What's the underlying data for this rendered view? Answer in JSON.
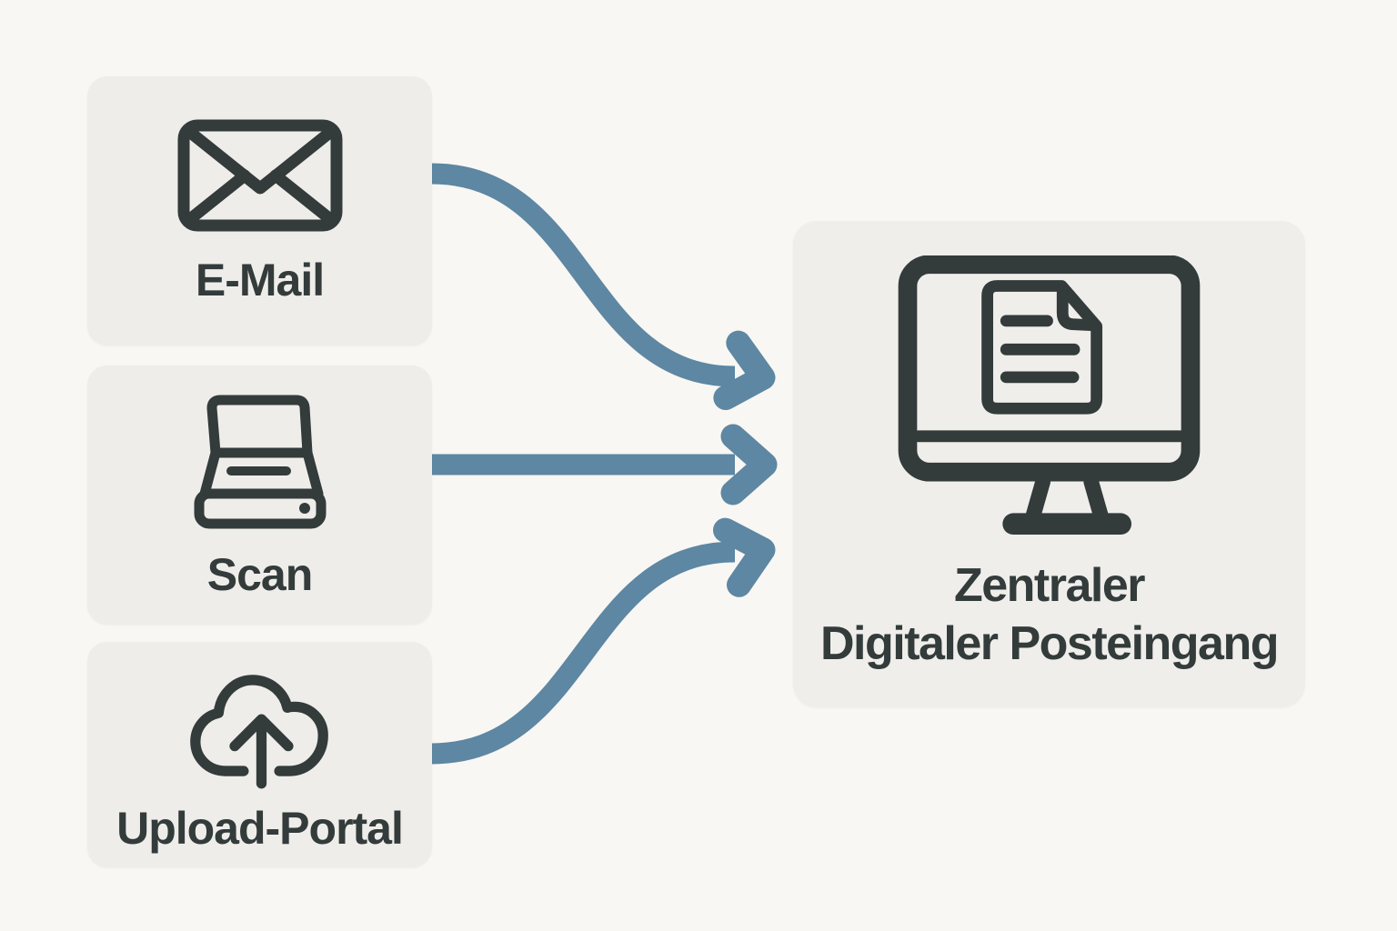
{
  "diagram": {
    "sources": [
      {
        "label": "E-Mail",
        "icon": "envelope-icon"
      },
      {
        "label": "Scan",
        "icon": "scanner-icon"
      },
      {
        "label": "Upload-Portal",
        "icon": "cloud-upload-icon"
      }
    ],
    "target": {
      "label_line1": "Zentraler",
      "label_line2": "Digitaler Posteingang",
      "icon": "monitor-document-icon"
    },
    "colors": {
      "page_background": "#f9f7f3",
      "card_background": "#eeedea",
      "target_card_background": "#efeeeb",
      "ink": "#333b3b",
      "arrow": "#5d87a3"
    }
  }
}
